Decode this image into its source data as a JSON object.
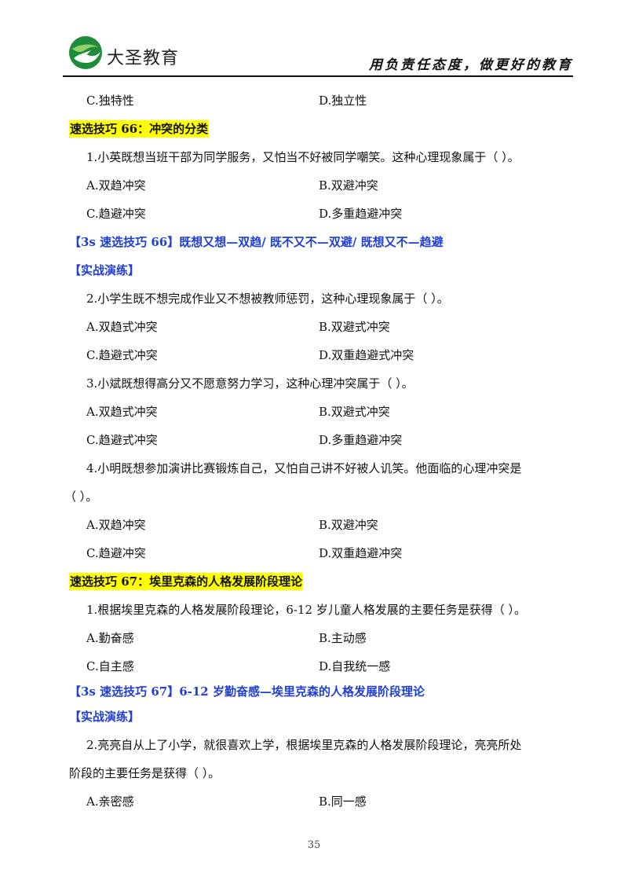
{
  "header": {
    "brand": "大圣教育",
    "slogan": "用负责任态度，做更好的教育",
    "logo_icon": "swallow-globe-logo",
    "colors": {
      "logo_green": "#1e8c3a",
      "logo_light": "#8fd16a",
      "highlight": "#ffff00",
      "tip_blue": "#1f3fd6"
    }
  },
  "lines": {
    "l1": {
      "a": "C.独特性",
      "b": "D.独立性"
    },
    "s66": "速选技巧 66：冲突的分类",
    "q66_1": "1.小英既想当班干部为同学服务，又怕当不好被同学嘲笑。这种心理现象属于（    ）。",
    "q66_1_ab": {
      "a": "A.双趋冲突",
      "b": "B.双避冲突"
    },
    "q66_1_cd": {
      "a": "C.趋避冲突",
      "b": "D.多重趋避冲突"
    },
    "tip66": "【3s 速选技巧 66】既想又想—双趋/ 既不又不—双避/ 既想又不—趋避",
    "drill66": "【实战演练】",
    "q66_2": "2.小学生既不想完成作业又不想被教师惩罚，这种心理现象属于（    ）。",
    "q66_2_ab": {
      "a": "A.双趋式冲突",
      "b": "B.双避式冲突"
    },
    "q66_2_cd": {
      "a": "C.趋避式冲突",
      "b": "D.双重趋避式冲突"
    },
    "q66_3": "3.小斌既想得高分又不愿意努力学习，这种心理冲突属于（    ）。",
    "q66_3_ab": {
      "a": "A.双趋式冲突",
      "b": "B.双避式冲突"
    },
    "q66_3_cd": {
      "a": "C.趋避式冲突",
      "b": "D.多重趋避冲突"
    },
    "q66_4a": "4.小明既想参加演讲比赛锻炼自己，又怕自己讲不好被人讥笑。他面临的心理冲突是",
    "q66_4b": "（    ）。",
    "q66_4_ab": {
      "a": "A.双趋冲突",
      "b": "B.双避冲突"
    },
    "q66_4_cd": {
      "a": "C.趋避冲突",
      "b": "D.双重趋避冲突"
    },
    "s67": "速选技巧 67：埃里克森的人格发展阶段理论",
    "q67_1": "1.根据埃里克森的人格发展阶段理论，6-12 岁儿童人格发展的主要任务是获得（    ）。",
    "q67_1_ab": {
      "a": "A.勤奋感",
      "b": "B.主动感"
    },
    "q67_1_cd": {
      "a": "C.自主感",
      "b": "D.自我统一感"
    },
    "tip67": "【3s 速选技巧 67】6-12 岁勤奋感—埃里克森的人格发展阶段理论",
    "drill67": "【实战演练】",
    "q67_2a": "2.亮亮自从上了小学，就很喜欢上学，根据埃里克森的人格发展阶段理论，亮亮所处",
    "q67_2b": "阶段的主要任务是获得（    ）。",
    "q67_2_ab": {
      "a": "A.亲密感",
      "b": "B.同一感"
    }
  },
  "footer": {
    "page_number": "35"
  }
}
